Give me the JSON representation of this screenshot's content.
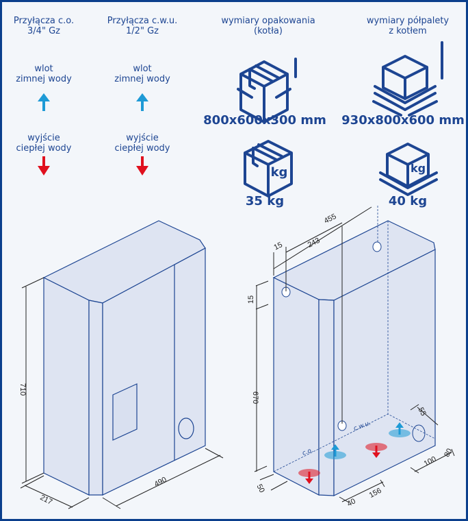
{
  "connections": [
    {
      "title": "Przyłącza c.o.",
      "size": "3/4\" Gz",
      "inlet": [
        "wlot",
        "zimnej wody"
      ],
      "outlet": [
        "wyjście",
        "ciepłej wody"
      ]
    },
    {
      "title": "Przyłącza c.w.u.",
      "size": "1/2\" Gz",
      "inlet": [
        "wlot",
        "zimnej wody"
      ],
      "outlet": [
        "wyjście",
        "ciepłej wody"
      ]
    }
  ],
  "packaging": {
    "title": [
      "wymiary opakowania",
      "(kotła)"
    ],
    "dimensions": "800x600x300 mm",
    "weight": "35 kg"
  },
  "pallet": {
    "title": [
      "wymiary półpalety",
      "z kotłem"
    ],
    "dimensions": "930x800x600 mm",
    "weight": "40 kg"
  },
  "left_boiler": {
    "height": "710",
    "width": "490",
    "depth": "217"
  },
  "right_boiler": {
    "dims": {
      "top_total": "455",
      "top_offset": "15",
      "top_mid": "243",
      "vert_top": "15",
      "vert_height": "670",
      "bottom_left": "50",
      "bottom_40": "40",
      "bottom_156": "156",
      "right_100": "100",
      "right_80": "80",
      "right_55": "55"
    },
    "labels": {
      "co": "c.o.",
      "cwu": "c.w.u."
    }
  },
  "colors": {
    "brand": "#1d4592",
    "cold": "#1e9ad6",
    "hot": "#e0101e"
  }
}
